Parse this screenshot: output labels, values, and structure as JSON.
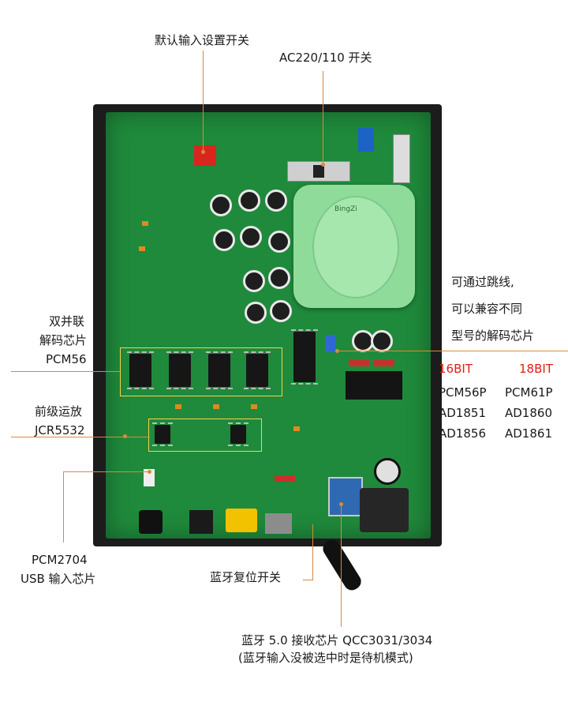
{
  "callouts": {
    "default_input_switch": "默认输入设置开关",
    "ac_switch": "AC220/110 开关",
    "jumper_note": [
      "可通过跳线,",
      "可以兼容不同",
      "型号的解码芯片"
    ],
    "bit16_header": "16BIT",
    "bit18_header": "18BIT",
    "chips_16bit": [
      "PCM56P",
      "AD1851",
      "AD1856"
    ],
    "chips_18bit": [
      "PCM61P",
      "AD1860",
      "AD1861"
    ],
    "dual_parallel": [
      "双并联",
      "解码芯片",
      "PCM56"
    ],
    "preamp_opamp": [
      "前级运放",
      "JCR5532"
    ],
    "usb_chip": [
      "PCM2704",
      "USB 输入芯片"
    ],
    "bt_reset": "蓝牙复位开关",
    "bt_receiver": "蓝牙 5.0 接收芯片 QCC3031/3034",
    "bt_note": "(蓝牙输入没被选中时是待机模式)"
  },
  "board_markings": {
    "transformer_brand": "BingZi"
  },
  "colors": {
    "leader_line": "#d98a3c",
    "bit_header_red": "#e41b13",
    "pcb_green": "#1f8a3b",
    "transformer_green": "#8fdc9a"
  }
}
